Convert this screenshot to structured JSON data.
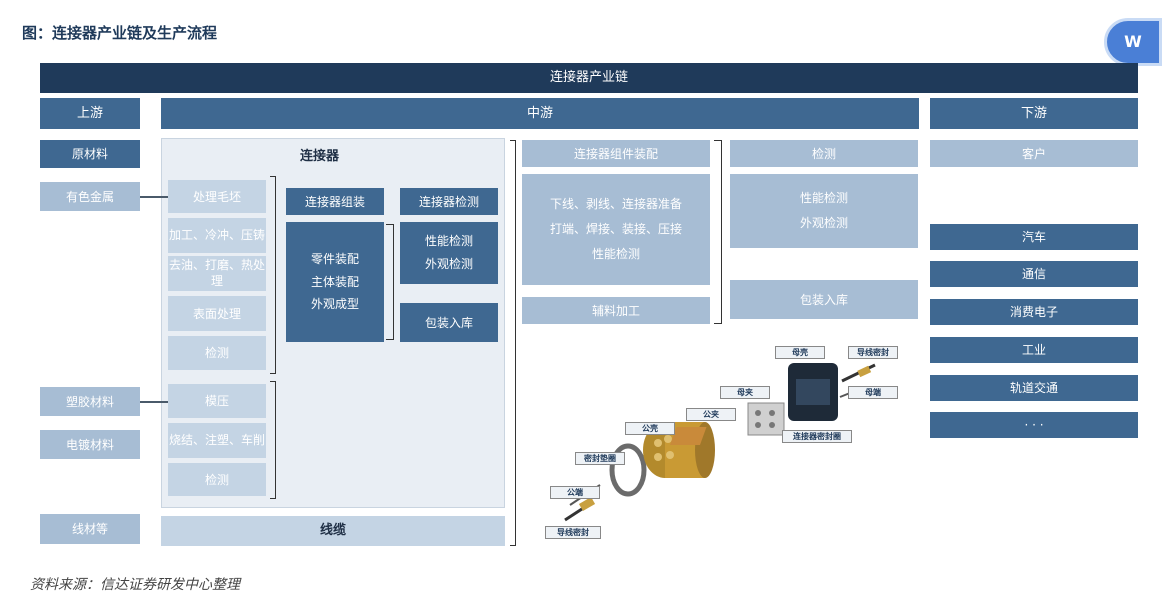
{
  "figure_title": "图：连接器产业链及生产流程",
  "chain_header": "连接器产业链",
  "columns": {
    "up": "上游",
    "mid": "中游",
    "down": "下游"
  },
  "upstream": {
    "header": "原材料",
    "items": [
      "有色金属",
      "塑胶材料",
      "电镀材料",
      "线材等"
    ]
  },
  "connector_panel": {
    "title": "连接器",
    "process1": [
      "处理毛坯",
      "加工、冷冲、压铸",
      "去油、打磨、热处理",
      "表面处理",
      "检测"
    ],
    "process2": [
      "模压",
      "烧结、注塑、车削",
      "检测"
    ],
    "assembly_header": "连接器组装",
    "assembly_steps": [
      "零件装配",
      "主体装配",
      "外观成型"
    ],
    "inspect_header": "连接器检测",
    "inspect_steps": [
      "性能检测",
      "外观检测"
    ],
    "pack": "包装入库"
  },
  "cable": "线缆",
  "component_assembly": {
    "header": "连接器组件装配",
    "steps": [
      "下线、剥线、连接器准备",
      "打端、焊接、装接、压接",
      "性能检测"
    ],
    "aux": "辅料加工"
  },
  "inspection": {
    "header": "检测",
    "steps": [
      "性能检测",
      "外观检测"
    ],
    "pack": "包装入库"
  },
  "downstream": {
    "header": "客户",
    "items": [
      "汽车",
      "通信",
      "消费电子",
      "工业",
      "轨道交通",
      "· · ·"
    ]
  },
  "parts_labels": [
    "母壳",
    "导线密封",
    "母端",
    "母夹",
    "公夹",
    "连接器密封圈",
    "公壳",
    "密封垫圈",
    "公端",
    "导线密封"
  ],
  "logo_text": "W",
  "source": "资料来源：信达证券研发中心整理",
  "colors": {
    "navy": "#1f3a5a",
    "mid": "#3f6891",
    "light": "#a7bdd4",
    "panel": "#e9eef4"
  }
}
